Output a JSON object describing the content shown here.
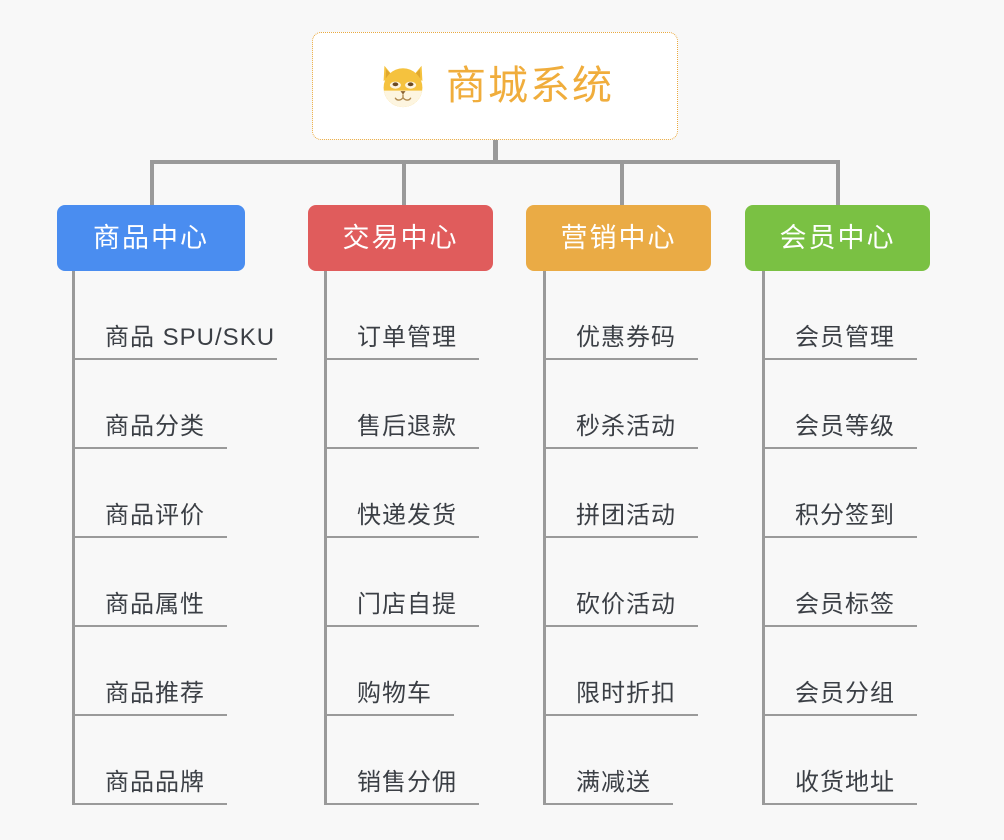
{
  "background_color": "#f8f8f8",
  "root": {
    "title": "商城系统",
    "icon": "shiba-dog-emoji",
    "text_color": "#f0ad3c",
    "border_color": "#e9a93f",
    "fill_color": "#ffffff"
  },
  "connector_color": "#9a9a9a",
  "columns": [
    {
      "label": "商品中心",
      "color": "#4a8df0",
      "items": [
        "商品 SPU/SKU",
        "商品分类",
        "商品评价",
        "商品属性",
        "商品推荐",
        "商品品牌"
      ]
    },
    {
      "label": "交易中心",
      "color": "#e05c5c",
      "items": [
        "订单管理",
        "售后退款",
        "快递发货",
        "门店自提",
        "购物车",
        "销售分佣"
      ]
    },
    {
      "label": "营销中心",
      "color": "#eaab45",
      "items": [
        "优惠券码",
        "秒杀活动",
        "拼团活动",
        "砍价活动",
        "限时折扣",
        "满减送"
      ]
    },
    {
      "label": "会员中心",
      "color": "#7ac143",
      "items": [
        "会员管理",
        "会员等级",
        "积分签到",
        "会员标签",
        "会员分组",
        "收货地址"
      ]
    }
  ]
}
